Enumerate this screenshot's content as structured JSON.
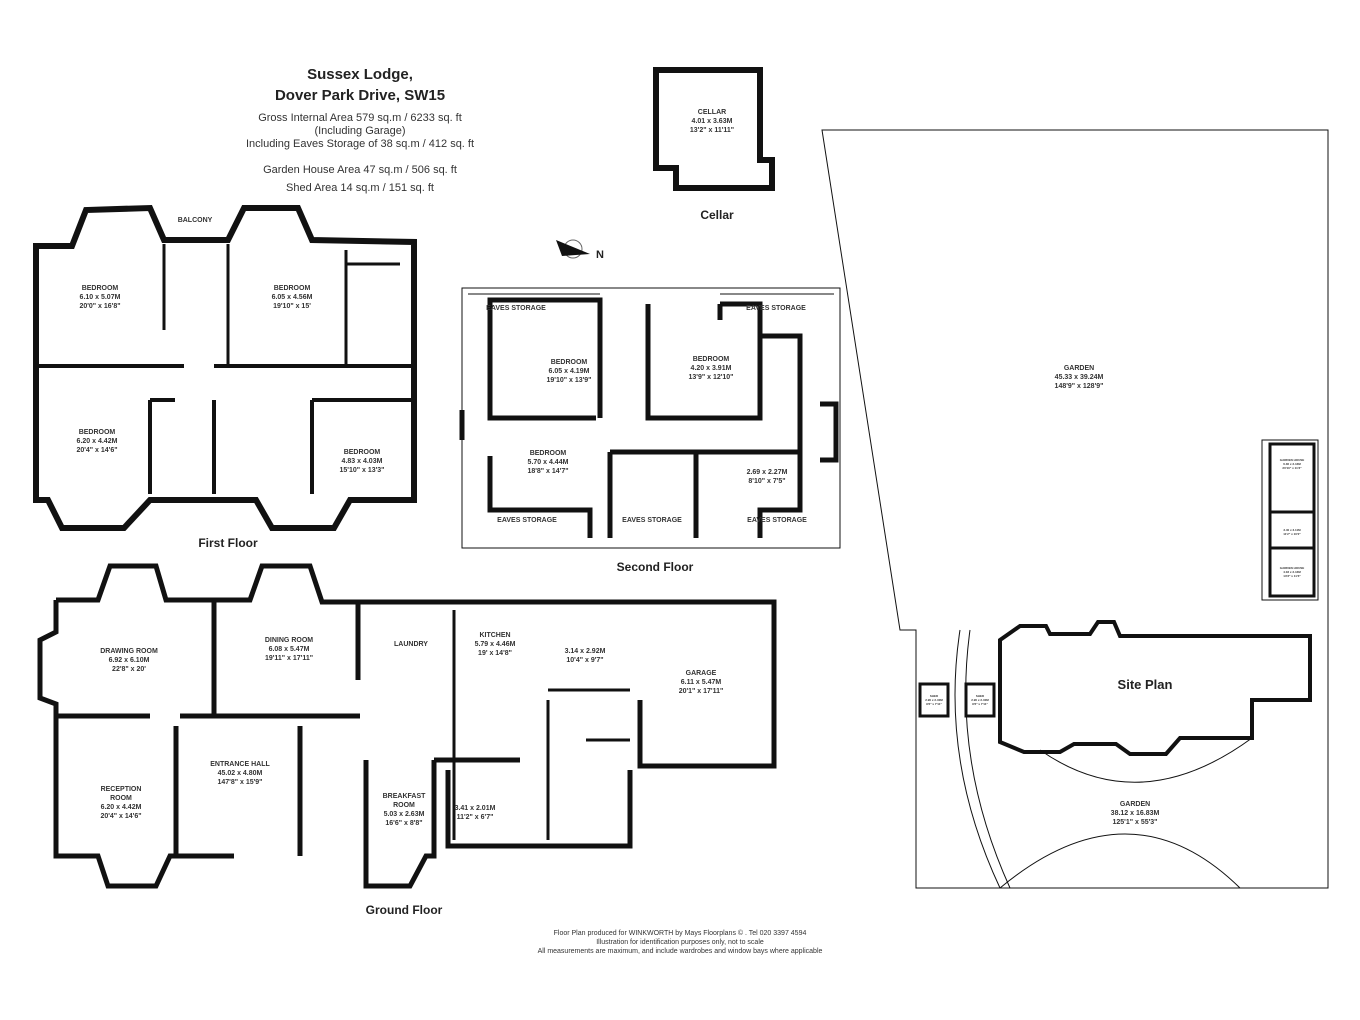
{
  "header": {
    "title_line1": "Sussex Lodge,",
    "title_line2": "Dover Park Drive, SW15",
    "gross_internal_area": "Gross Internal Area 579 sq.m /  6233 sq. ft",
    "including_garage": "(Including Garage)",
    "eaves_storage": "Including Eaves Storage of 38 sq.m /  412 sq. ft",
    "garden_house_area": "Garden House Area 47 sq.m /  506 sq. ft",
    "shed_area": "Shed Area 14 sq.m /  151 sq. ft"
  },
  "compass": {
    "label": "N"
  },
  "cellar": {
    "floor_label": "Cellar",
    "rooms": [
      {
        "name": "CELLAR",
        "metric": "4.01 x 3.63M",
        "imperial": "13'2\" x 11'11\""
      }
    ]
  },
  "first_floor": {
    "floor_label": "First Floor",
    "rooms": [
      {
        "name": "BALCONY",
        "metric": "",
        "imperial": ""
      },
      {
        "name": "BEDROOM",
        "metric": "6.10 x 5.07M",
        "imperial": "20'0\" x 16'8\""
      },
      {
        "name": "BEDROOM",
        "metric": "6.05 x 4.56M",
        "imperial": "19'10\" x 15'"
      },
      {
        "name": "BEDROOM",
        "metric": "6.20 x 4.42M",
        "imperial": "20'4\" x 14'6\""
      },
      {
        "name": "BEDROOM",
        "metric": "4.83 x 4.03M",
        "imperial": "15'10\" x 13'3\""
      }
    ]
  },
  "second_floor": {
    "floor_label": "Second Floor",
    "rooms": [
      {
        "name": "EAVES STORAGE",
        "metric": "",
        "imperial": ""
      },
      {
        "name": "EAVES STORAGE",
        "metric": "",
        "imperial": ""
      },
      {
        "name": "BEDROOM",
        "metric": "6.05 x 4.19M",
        "imperial": "19'10\" x 13'9\""
      },
      {
        "name": "BEDROOM",
        "metric": "4.20 x 3.91M",
        "imperial": "13'9\" x 12'10\""
      },
      {
        "name": "BEDROOM",
        "metric": "5.70 x 4.44M",
        "imperial": "18'8\" x 14'7\""
      },
      {
        "name": "",
        "metric": "2.69 x 2.27M",
        "imperial": "8'10\" x 7'5\""
      },
      {
        "name": "EAVES STORAGE",
        "metric": "",
        "imperial": ""
      },
      {
        "name": "EAVES STORAGE",
        "metric": "",
        "imperial": ""
      },
      {
        "name": "EAVES STORAGE",
        "metric": "",
        "imperial": ""
      }
    ]
  },
  "ground_floor": {
    "floor_label": "Ground Floor",
    "rooms": [
      {
        "name": "DRAWING ROOM",
        "metric": "6.92 x 6.10M",
        "imperial": "22'8\" x 20'"
      },
      {
        "name": "DINING ROOM",
        "metric": "6.08 x 5.47M",
        "imperial": "19'11\" x 17'11\""
      },
      {
        "name": "LAUNDRY",
        "metric": "",
        "imperial": ""
      },
      {
        "name": "KITCHEN",
        "metric": "5.79 x 4.46M",
        "imperial": "19' x 14'8\""
      },
      {
        "name": "",
        "metric": "3.14 x 2.92M",
        "imperial": "10'4\" x 9'7\""
      },
      {
        "name": "GARAGE",
        "metric": "6.11 x 5.47M",
        "imperial": "20'1\" x 17'11\""
      },
      {
        "name": "RECEPTION ROOM",
        "metric": "6.20 x 4.42M",
        "imperial": "20'4\" x 14'6\""
      },
      {
        "name": "ENTRANCE HALL",
        "metric": "45.02 x 4.80M",
        "imperial": "147'8\" x 15'9\""
      },
      {
        "name": "BREAKFAST ROOM",
        "metric": "5.03 x 2.63M",
        "imperial": "16'6\" x 8'8\""
      },
      {
        "name": "",
        "metric": "3.41 x 2.01M",
        "imperial": "11'2\" x 6'7\""
      }
    ]
  },
  "site_plan": {
    "label": "Site Plan",
    "rooms": [
      {
        "name": "GARDEN",
        "metric": "45.33 x 39.24M",
        "imperial": "148'9\" x 128'9\""
      },
      {
        "name": "GARDEN HOUSE",
        "metric": "6.36 x 3.44M",
        "imperial": "20'10\" x 11'3\""
      },
      {
        "name": "",
        "metric": "3.40 x 3.11M",
        "imperial": "11'2\" x 10'2\""
      },
      {
        "name": "GARDEN HOUSE",
        "metric": "4.03 x 3.44M",
        "imperial": "13'3\" x 11'3\""
      },
      {
        "name": "SHED",
        "metric": "2.90 x 2.40M",
        "imperial": "9'6\" x 7'11\""
      },
      {
        "name": "SHED",
        "metric": "2.90 x 2.40M",
        "imperial": "9'6\" x 7'11\""
      },
      {
        "name": "GARDEN",
        "metric": "38.12 x 16.83M",
        "imperial": "125'1\" x 55'3\""
      }
    ]
  },
  "footer": {
    "line1": "Floor Plan produced for WINKWORTH by Mays Floorplans  © . Tel 020 3397 4594",
    "line2": "Illustration for identification purposes only, not to scale",
    "line3": "All measurements are maximum, and include wardrobes and window bays where applicable"
  }
}
